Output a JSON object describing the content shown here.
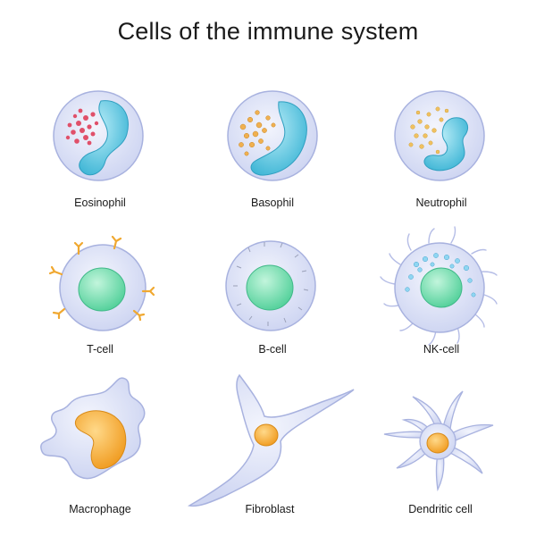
{
  "title": "Cells of the immune system",
  "cells": [
    {
      "label": "Eosinophil"
    },
    {
      "label": "Basophil"
    },
    {
      "label": "Neutrophil"
    },
    {
      "label": "T-cell"
    },
    {
      "label": "B-cell"
    },
    {
      "label": "NK-cell"
    },
    {
      "label": "Macrophage"
    },
    {
      "label": "Fibroblast"
    },
    {
      "label": "Dendritic cell"
    }
  ],
  "colors": {
    "cytoplasm": "#dfe4f7",
    "membrane": "#9aa6d8",
    "nucleus_blue": "#6fd0e8",
    "nucleus_green": "#7fe0b6",
    "nucleus_orange": "#f7b23a",
    "granule_red": "#e0506a",
    "granule_orange": "#f0b050"
  }
}
